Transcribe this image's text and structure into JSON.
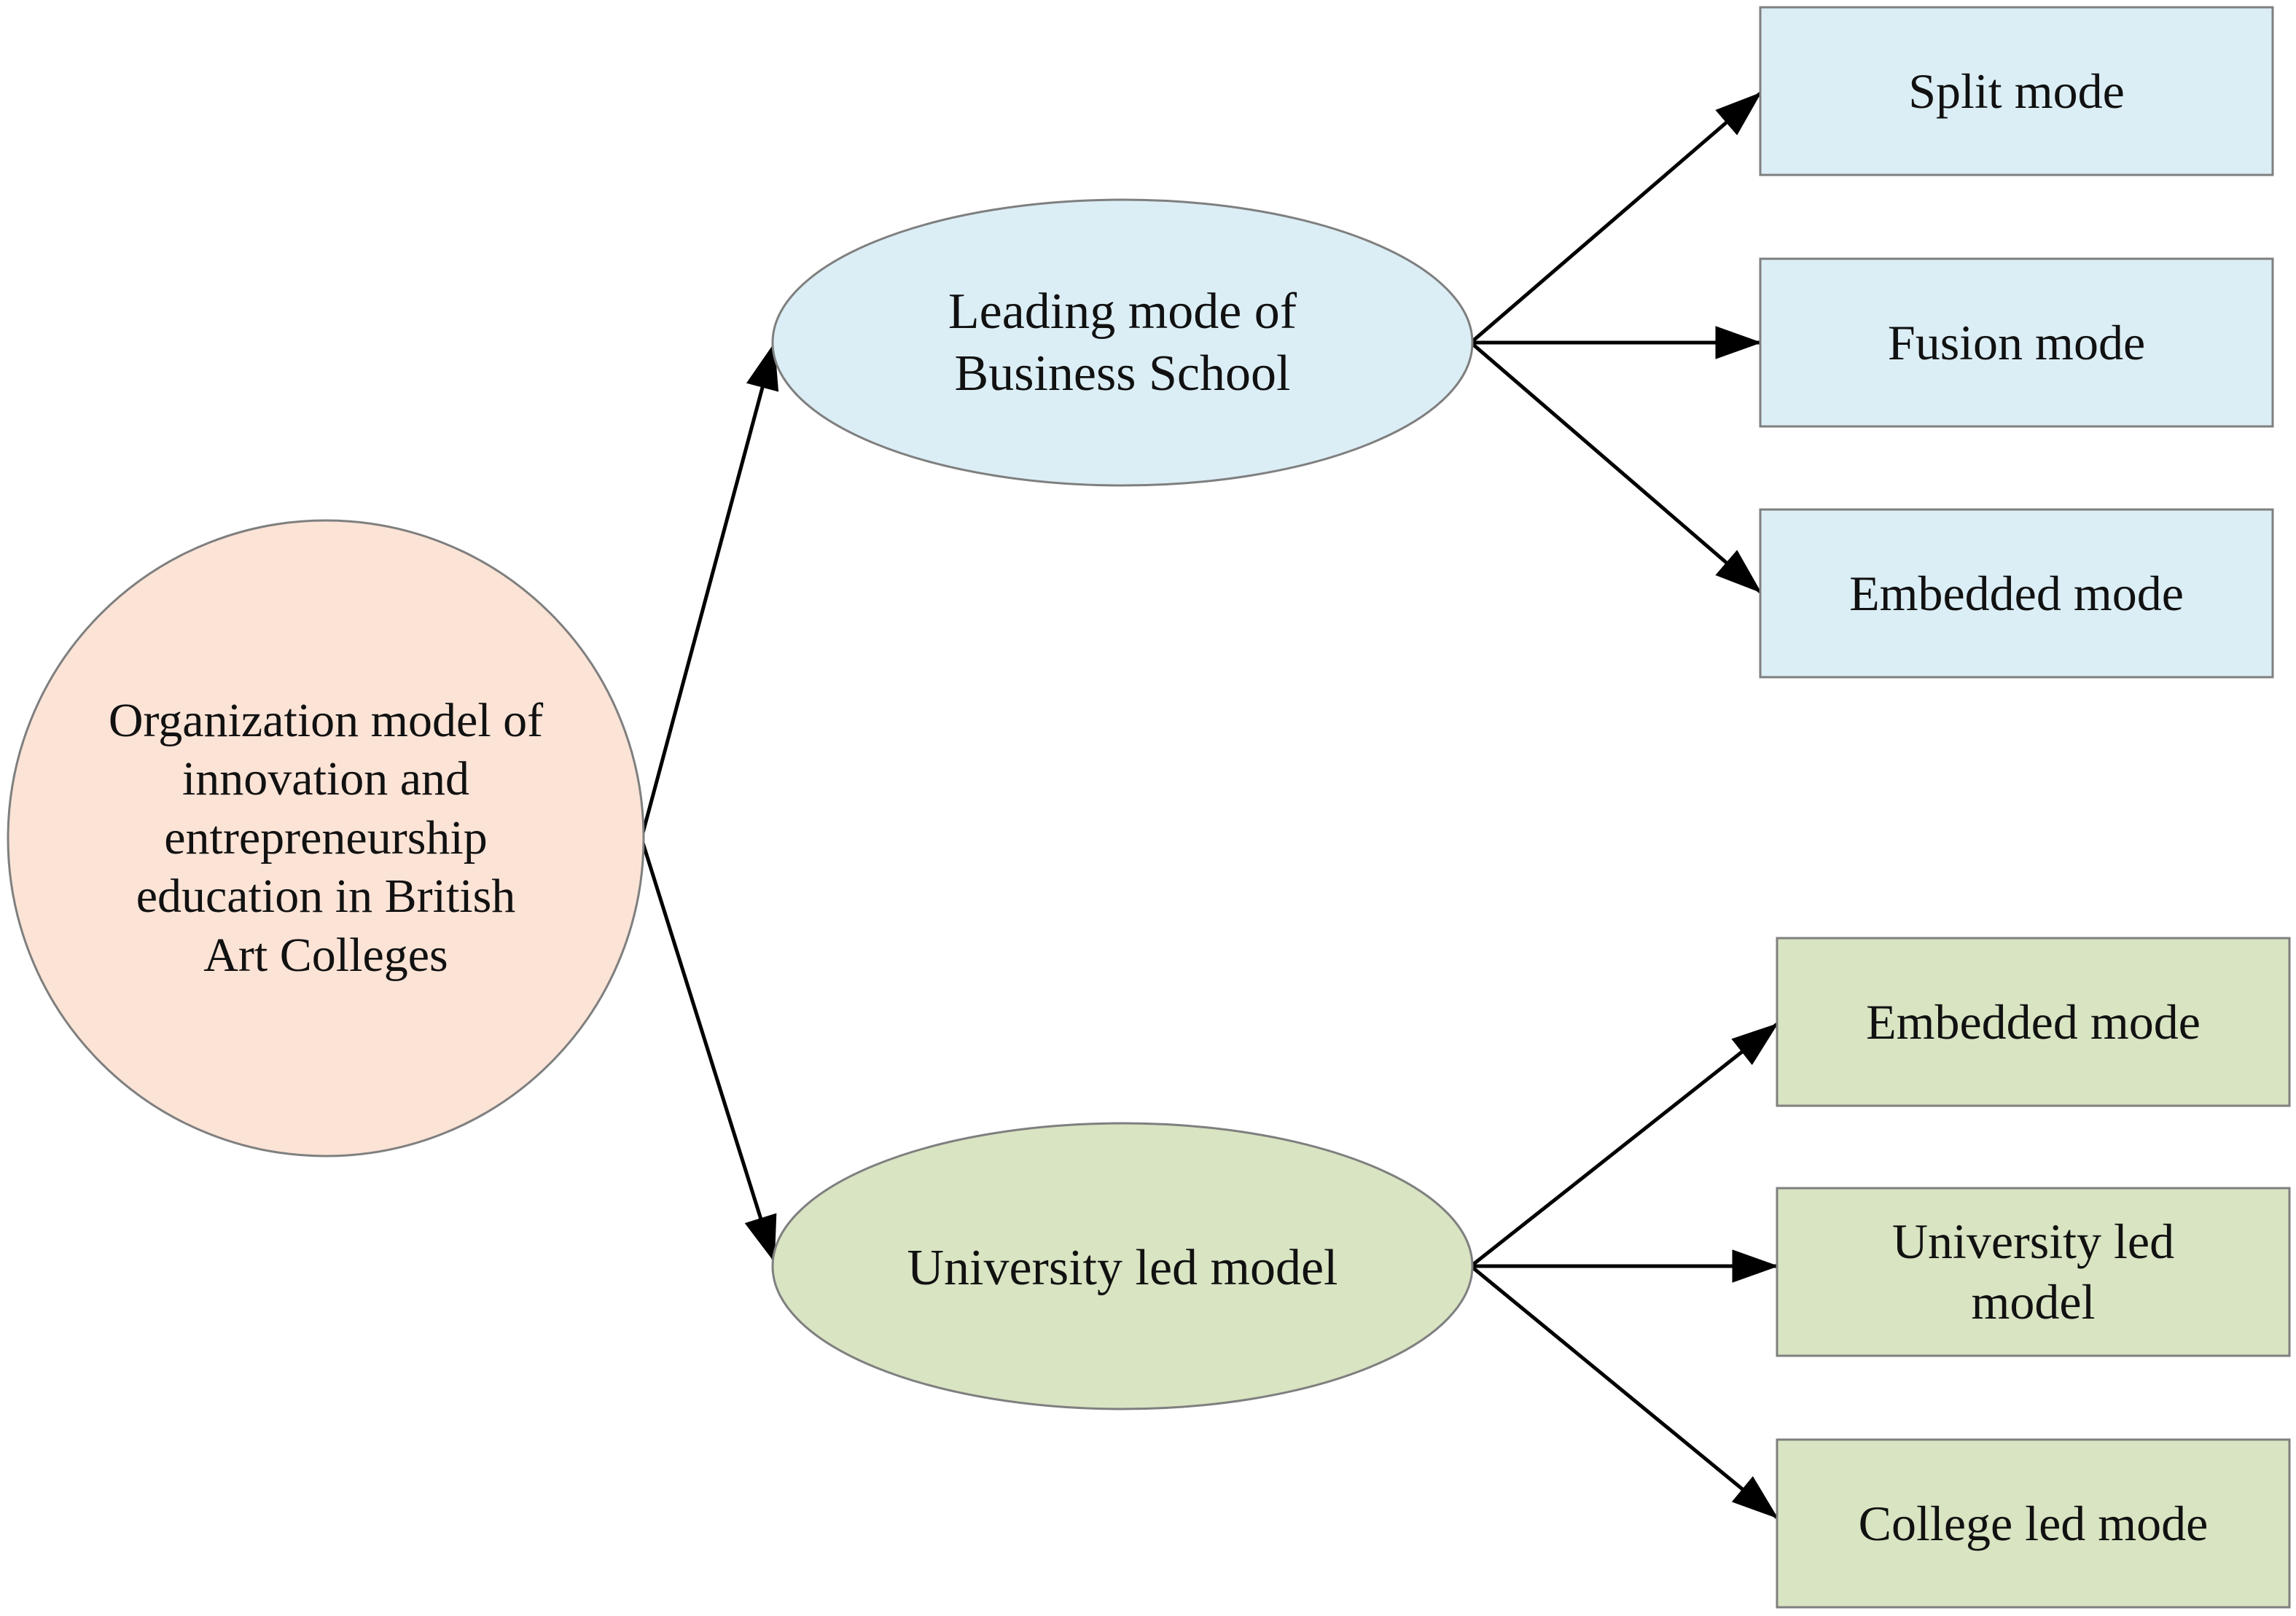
{
  "root": {
    "label": "Organization model of innovation and entrepreneurship education in British Art Colleges",
    "lines": [
      "Organization model of",
      "innovation and",
      "entrepreneurship",
      "education in British",
      "Art Colleges"
    ],
    "fill": "#fbe3d6"
  },
  "branches": [
    {
      "label": "Leading mode of Business School",
      "lines": [
        "Leading mode of",
        "Business School"
      ],
      "fill": "#dbeef5",
      "leaves": [
        {
          "label": "Split mode",
          "lines": [
            "Split mode"
          ]
        },
        {
          "label": "Fusion mode",
          "lines": [
            "Fusion mode"
          ]
        },
        {
          "label": "Embedded mode",
          "lines": [
            "Embedded mode"
          ]
        }
      ]
    },
    {
      "label": "University led model",
      "lines": [
        "University led model"
      ],
      "fill": "#d8e4c2",
      "leaves": [
        {
          "label": "Embedded mode",
          "lines": [
            "Embedded mode"
          ]
        },
        {
          "label": "University led model",
          "lines": [
            "University led",
            "model"
          ]
        },
        {
          "label": "College led mode",
          "lines": [
            "College led mode"
          ]
        }
      ]
    }
  ],
  "colors": {
    "stroke": "#7f7f7f",
    "arrow": "#000000",
    "text": "#111111"
  }
}
